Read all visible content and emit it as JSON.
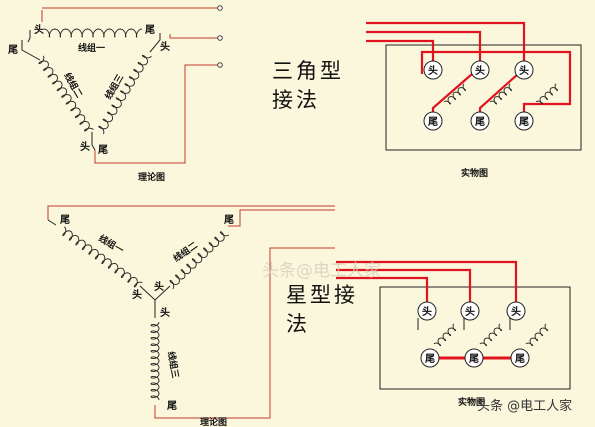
{
  "delta": {
    "title_line1": "三角型",
    "title_line2": "接法",
    "theory_caption": "理论图",
    "physical_caption": "实物图",
    "winding_1": "线组一",
    "winding_2": "线组二",
    "winding_3": "线组三"
  },
  "star": {
    "title_line1": "星型接",
    "title_line2": "法",
    "theory_caption": "理论图",
    "physical_caption": "实物图",
    "winding_1": "线组一",
    "winding_2": "线组二",
    "winding_3": "线组三"
  },
  "terminals": {
    "head": "头",
    "tail": "尾"
  },
  "watermark": {
    "center": "头条@电工人家",
    "corner": "头条 @电工人家"
  },
  "colors": {
    "background": "#fbf7dc",
    "red_wire": "#e0141e",
    "line": "#222222"
  }
}
